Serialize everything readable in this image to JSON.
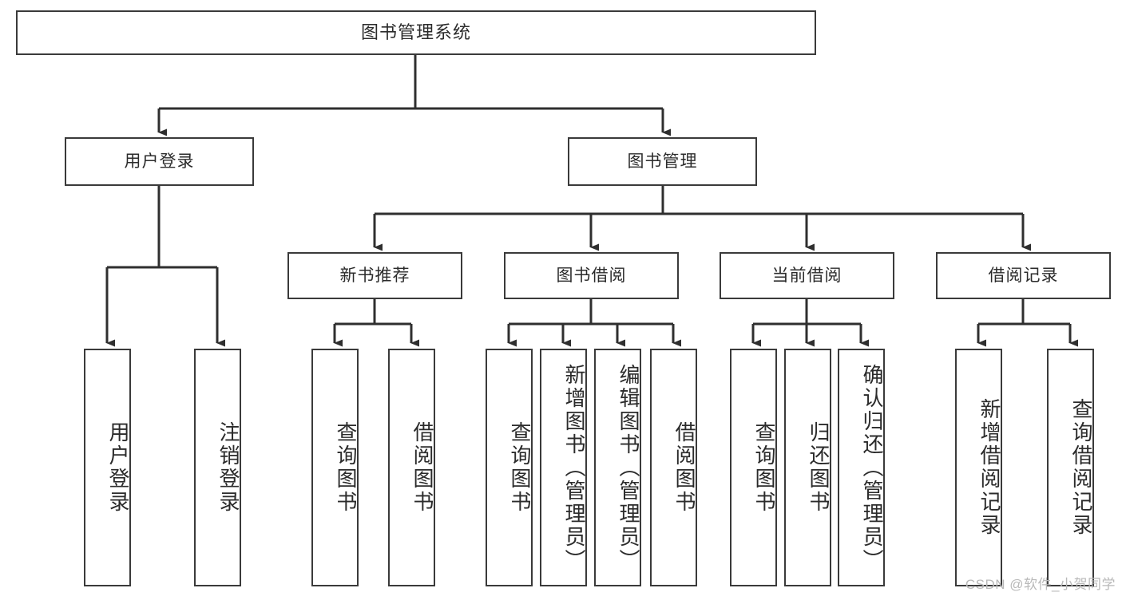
{
  "diagram": {
    "title": "图书管理系统",
    "type": "tree",
    "watermark": "CSDN @软件_小贺同学",
    "colors": {
      "box_border": "#3a3a3a",
      "box_fill": "#ffffff",
      "connector": "#2f2f2f",
      "text": "#2b2b2b",
      "watermark": "#b9b9b9",
      "background": "#ffffff"
    },
    "root": {
      "label": "图书管理系统"
    },
    "level2": [
      {
        "label": "用户登录"
      },
      {
        "label": "图书管理"
      }
    ],
    "level3": [
      {
        "label": "新书推荐"
      },
      {
        "label": "图书借阅"
      },
      {
        "label": "当前借阅"
      },
      {
        "label": "借阅记录"
      }
    ],
    "leaves": {
      "user_login": [
        {
          "label": "用户登录"
        },
        {
          "label": "注销登录"
        }
      ],
      "new_book_recommend": [
        {
          "label": "查询图书"
        },
        {
          "label": "借阅图书"
        }
      ],
      "book_borrow": [
        {
          "label": "查询图书"
        },
        {
          "label": "新增图书（管理员）"
        },
        {
          "label": "编辑图书（管理员）"
        },
        {
          "label": "借阅图书"
        }
      ],
      "current_borrow": [
        {
          "label": "查询图书"
        },
        {
          "label": "归还图书"
        },
        {
          "label": "确认归还（管理员）"
        }
      ],
      "borrow_record": [
        {
          "label": "新增借阅记录"
        },
        {
          "label": "查询借阅记录"
        }
      ]
    }
  }
}
